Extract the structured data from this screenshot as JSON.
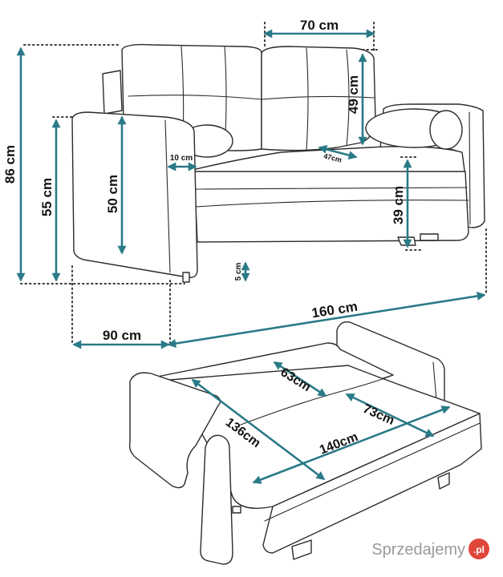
{
  "dimensions": {
    "backrest_width": "70 cm",
    "total_height": "86 cm",
    "armrest_height": "55 cm",
    "seat_height": "50 cm",
    "backrest_cushion_height": "49 cm",
    "armrest_width": "10 cm",
    "seat_depth": "47cm",
    "seat_front_height": "39 cm",
    "leg_height": "5 cm",
    "depth": "90 cm",
    "width": "160 cm",
    "bed_part_depth_back": "63cm",
    "bed_part_depth_front": "73cm",
    "bed_length": "136cm",
    "bed_width": "140cm"
  },
  "watermark": {
    "text": "Sprzedajemy",
    "badge": ".pl"
  },
  "colors": {
    "dimension_line": "#2a7a88",
    "outline": "#2b2b2b",
    "watermark_badge": "#e0463a"
  }
}
